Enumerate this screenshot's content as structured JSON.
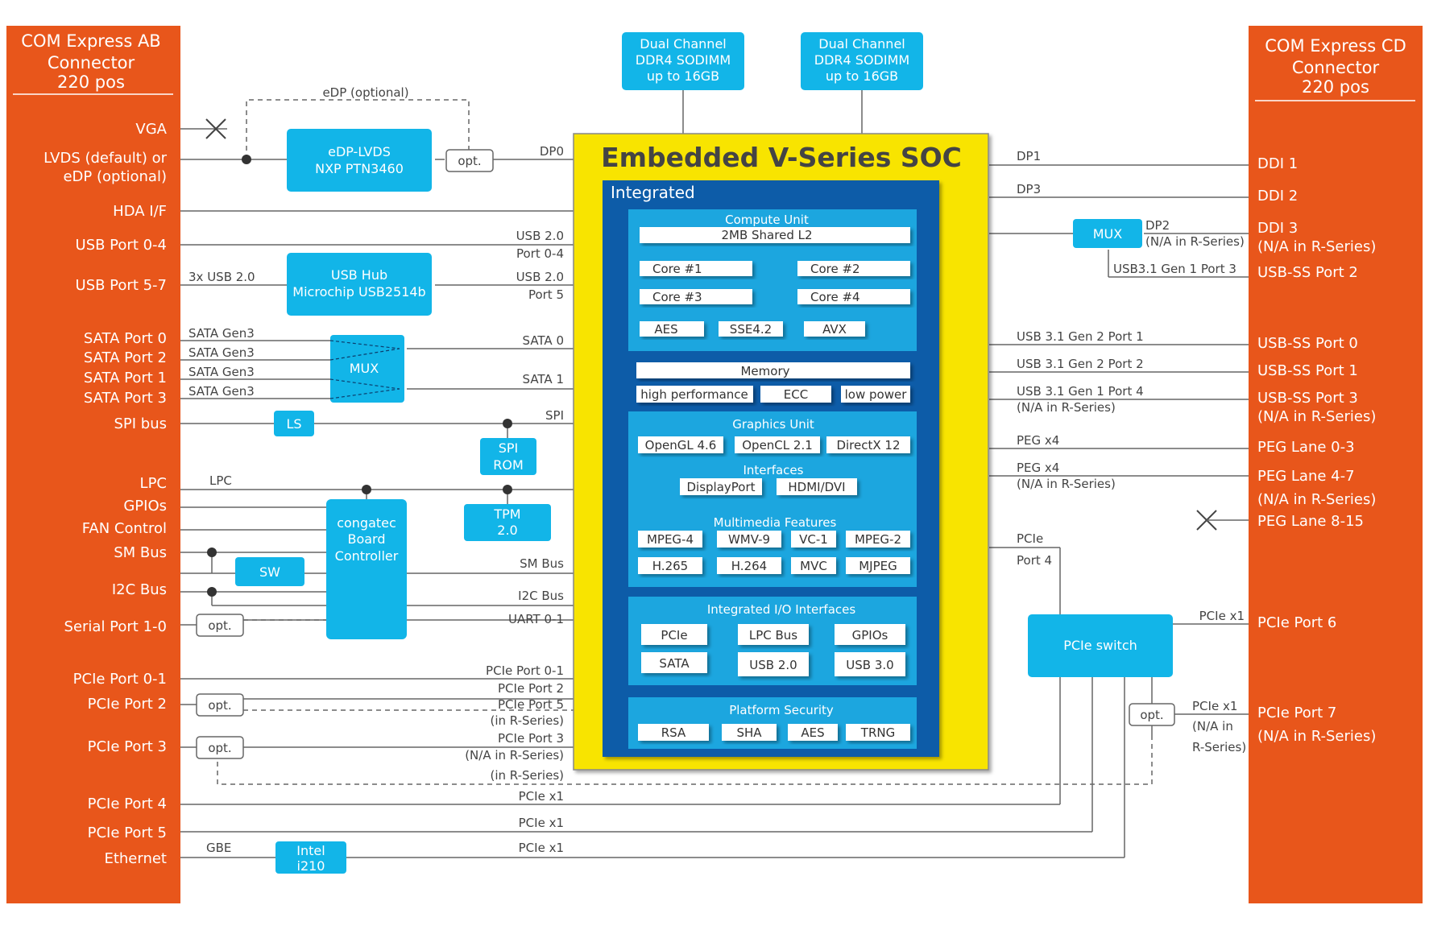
{
  "colors": {
    "connector": "#e8561b",
    "block": "#12b5e8",
    "soc_yellow": "#f8e400",
    "integrated_navy": "#0b5ba8",
    "inner_blue": "#1ca6df",
    "line": "#555555"
  },
  "connector_ab": {
    "title": [
      "COM Express AB",
      "Connector",
      "220 pos"
    ],
    "pins": [
      {
        "id": "vga",
        "label": "VGA"
      },
      {
        "id": "lvds1",
        "label": "LVDS (default) or"
      },
      {
        "id": "lvds2",
        "label": "eDP (optional)"
      },
      {
        "id": "hda",
        "label": "HDA I/F"
      },
      {
        "id": "usb04",
        "label": "USB Port 0-4"
      },
      {
        "id": "usb57",
        "label": "USB Port 5-7"
      },
      {
        "id": "sata0",
        "label": "SATA Port 0"
      },
      {
        "id": "sata2",
        "label": "SATA Port 2"
      },
      {
        "id": "sata1",
        "label": "SATA Port 1"
      },
      {
        "id": "sata3",
        "label": "SATA Port 3"
      },
      {
        "id": "spi",
        "label": "SPI bus"
      },
      {
        "id": "lpc",
        "label": "LPC"
      },
      {
        "id": "gpio",
        "label": "GPIOs"
      },
      {
        "id": "fan",
        "label": "FAN Control"
      },
      {
        "id": "smb",
        "label": "SM Bus"
      },
      {
        "id": "i2c",
        "label": "I2C Bus"
      },
      {
        "id": "serial",
        "label": "Serial Port 1-0"
      },
      {
        "id": "pcie01",
        "label": "PCIe Port 0-1"
      },
      {
        "id": "pcie2",
        "label": "PCIe Port 2"
      },
      {
        "id": "pcie3",
        "label": "PCIe Port 3"
      },
      {
        "id": "pcie4",
        "label": "PCIe Port 4"
      },
      {
        "id": "pcie5",
        "label": "PCIe Port 5"
      },
      {
        "id": "eth",
        "label": "Ethernet"
      }
    ]
  },
  "connector_cd": {
    "title": [
      "COM Express CD",
      "Connector",
      "220 pos"
    ],
    "pins": [
      {
        "id": "ddi1",
        "label": "DDI 1"
      },
      {
        "id": "ddi2",
        "label": "DDI 2"
      },
      {
        "id": "ddi3",
        "label": "DDI 3"
      },
      {
        "id": "ddi3n",
        "label": "(N/A in R-Series)"
      },
      {
        "id": "usbss2",
        "label": "USB-SS Port 2"
      },
      {
        "id": "usbss0",
        "label": "USB-SS Port 0"
      },
      {
        "id": "usbss1",
        "label": "USB-SS Port 1"
      },
      {
        "id": "usbss3",
        "label": "USB-SS Port 3"
      },
      {
        "id": "usbss3n",
        "label": "(N/A in R-Series)"
      },
      {
        "id": "peg03",
        "label": "PEG Lane 0-3"
      },
      {
        "id": "peg47",
        "label": "PEG Lane 4-7"
      },
      {
        "id": "peg47n",
        "label": "(N/A in R-Series)"
      },
      {
        "id": "peg815",
        "label": "PEG Lane 8-15"
      },
      {
        "id": "pcie6",
        "label": "PCIe Port 6"
      },
      {
        "id": "pcie7",
        "label": "PCIe Port 7"
      },
      {
        "id": "pcie7n",
        "label": "(N/A in R-Series)"
      }
    ]
  },
  "memory": {
    "left": [
      "Dual Channel",
      "DDR4 SODIMM",
      "up to 16GB"
    ],
    "right": [
      "Dual Channel",
      "DDR4 SODIMM",
      "up to 16GB"
    ]
  },
  "soc": {
    "title": "Embedded V-Series SOC",
    "integrated": "Integrated",
    "compute": {
      "title": "Compute Unit",
      "l2": "2MB Shared L2",
      "cores": [
        "Core #1",
        "Core #2",
        "Core #3",
        "Core #4"
      ],
      "ext": [
        "AES",
        "SSE4.2",
        "AVX"
      ]
    },
    "memory": {
      "title": "Memory",
      "items": [
        "high performance",
        "ECC",
        "low power"
      ]
    },
    "graphics": {
      "title": "Graphics Unit",
      "apis": [
        "OpenGL 4.6",
        "OpenCL 2.1",
        "DirectX 12"
      ],
      "interfaces_title": "Interfaces",
      "interfaces": [
        "DisplayPort",
        "HDMI/DVI"
      ],
      "mm_title": "Multimedia Features",
      "mm": [
        "MPEG-4",
        "WMV-9",
        "VC-1",
        "MPEG-2",
        "H.265",
        "H.264",
        "MVC",
        "MJPEG"
      ]
    },
    "io": {
      "title": "Integrated I/O Interfaces",
      "items": [
        "PCIe",
        "LPC Bus",
        "GPIOs",
        "SATA",
        "USB 2.0",
        "USB 3.0"
      ]
    },
    "security": {
      "title": "Platform Security",
      "items": [
        "RSA",
        "SHA",
        "AES",
        "TRNG"
      ]
    }
  },
  "blocks": {
    "edp": [
      "eDP-LVDS",
      "NXP PTN3460"
    ],
    "usbhub": [
      "USB Hub",
      "Microchip USB2514b"
    ],
    "mux_sata": "MUX",
    "ls": "LS",
    "spirom": [
      "SPI",
      "ROM"
    ],
    "tpm": [
      "TPM",
      "2.0"
    ],
    "bc": [
      "congatec",
      "Board",
      "Controller"
    ],
    "sw": "SW",
    "intel": [
      "Intel",
      "i210"
    ],
    "mux_dp": "MUX",
    "pcie_switch": "PCIe switch",
    "opt": "opt."
  },
  "signals_left": {
    "edp_optional": "eDP (optional)",
    "dp0": "DP0",
    "usb20_a": "USB 2.0",
    "port04": "Port 0-4",
    "usb3x": "3x USB 2.0",
    "usb20_b": "USB 2.0",
    "port5": "Port 5",
    "satagen": [
      "SATA Gen3",
      "SATA Gen3",
      "SATA Gen3",
      "SATA Gen3"
    ],
    "sata0": "SATA 0",
    "sata1": "SATA 1",
    "spi": "SPI",
    "lpc": "LPC",
    "smbus": "SM Bus",
    "i2cbus": "I2C Bus",
    "uart": "UART 0-1",
    "pcie01": "PCIe Port 0-1",
    "pcie2": "PCIe Port 2",
    "pcie5": "PCIe Port 5",
    "inrs1": "(in R-Series)",
    "pcie3": "PCIe Port 3",
    "na_rs": "(N/A in R-Series)",
    "inrs2": "(in R-Series)",
    "pciex1_a": "PCIe x1",
    "pciex1_b": "PCIe x1",
    "pciex1_c": "PCIe x1",
    "gbe": "GBE"
  },
  "signals_right": {
    "dp1": "DP1",
    "dp3": "DP3",
    "dp2": "DP2",
    "dp2n": "(N/A in R-Series)",
    "usb31g1p3": "USB3.1 Gen 1 Port 3",
    "usb31g2p1": "USB 3.1 Gen 2 Port 1",
    "usb31g2p2": "USB 3.1 Gen 2 Port 2",
    "usb31g1p4": "USB 3.1 Gen 1 Port 4",
    "usb31g1p4n": "(N/A in R-Series)",
    "pegx4a": "PEG x4",
    "pegx4b": "PEG x4",
    "pegx4bn": "(N/A in R-Series)",
    "pcie": "PCIe",
    "port4": "Port 4",
    "pciex1_6": "PCIe x1",
    "pciex1_7": "PCIe x1",
    "na_in": "(N/A in",
    "rseries": "R-Series)"
  }
}
